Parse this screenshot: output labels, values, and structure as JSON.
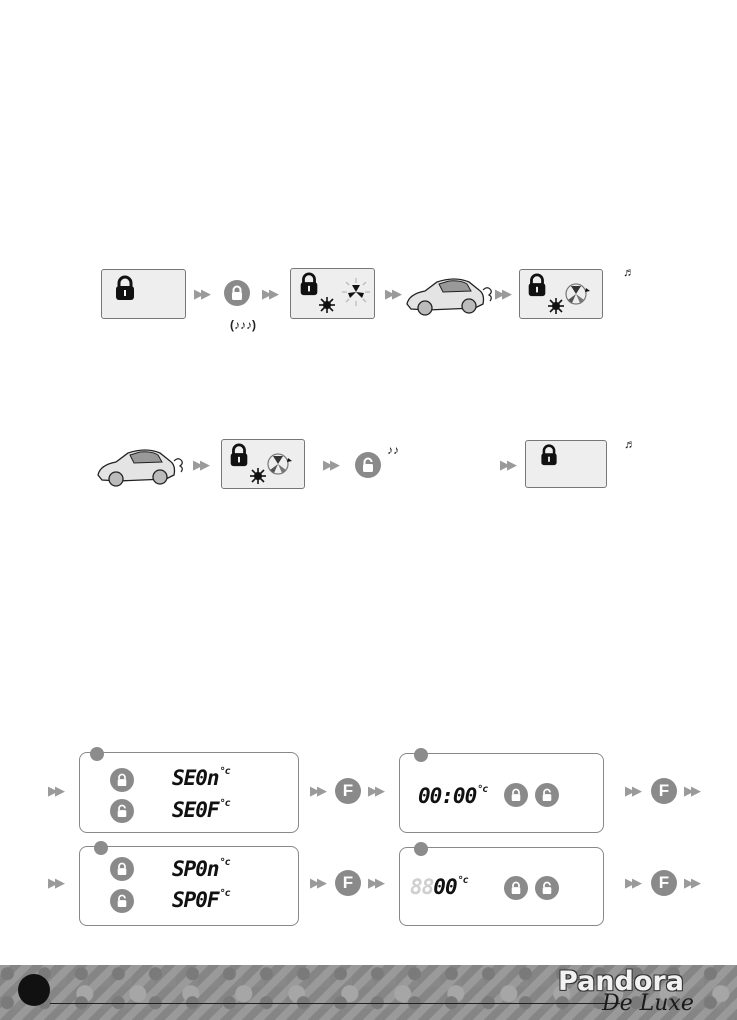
{
  "sequence1": {
    "chime_notes": "(♪♪♪)",
    "end_note": "♬"
  },
  "sequence2": {
    "notes_after_unlock": "♪♪",
    "end_note": "♬"
  },
  "settings": {
    "panel1": {
      "row1": "SE0n",
      "row2": "SE0F"
    },
    "panel2": {
      "display": "00:00"
    },
    "panel3": {
      "row1": "SP0n",
      "row2": "SP0F"
    },
    "panel4": {
      "display": "00"
    },
    "f_button_label": "F",
    "temp_unit": "°c"
  },
  "footer": {
    "brand": "Pandora",
    "brand_sub": "De Luxe"
  },
  "colors": {
    "lcd_bg": "#eeeeee",
    "button_gray": "#8a8a8a",
    "arrow_gray": "#9a9a9a",
    "footer_bg": "#8f8f8f"
  }
}
